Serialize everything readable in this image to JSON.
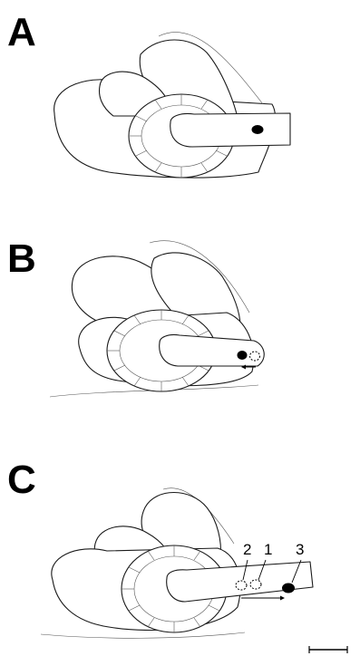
{
  "panels": [
    {
      "label": "A"
    },
    {
      "label": "B"
    },
    {
      "label": "C",
      "markers": [
        "2",
        "1",
        "3"
      ]
    }
  ]
}
